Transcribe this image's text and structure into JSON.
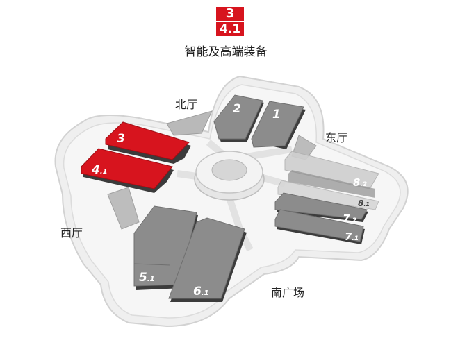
{
  "legend": {
    "badge_top": "3",
    "badge_bottom": "4.1",
    "zone_title": "智能及高端装备"
  },
  "directions": {
    "north": "北厅",
    "east": "东厅",
    "west": "西厅",
    "south": "南广场"
  },
  "halls": [
    {
      "id": "2",
      "main": "2",
      "sub": "",
      "highlighted": false
    },
    {
      "id": "1",
      "main": "1",
      "sub": "",
      "highlighted": false
    },
    {
      "id": "3",
      "main": "3",
      "sub": "",
      "highlighted": true
    },
    {
      "id": "4.1",
      "main": "4",
      "sub": ".1",
      "highlighted": true
    },
    {
      "id": "8.2",
      "main": "8",
      "sub": ".2",
      "highlighted": false
    },
    {
      "id": "8.1",
      "main": "8",
      "sub": ".1",
      "highlighted": false
    },
    {
      "id": "7.2",
      "main": "7",
      "sub": ".2",
      "highlighted": false
    },
    {
      "id": "7.1",
      "main": "7",
      "sub": ".1",
      "highlighted": false
    },
    {
      "id": "5.1",
      "main": "5",
      "sub": ".1",
      "highlighted": false
    },
    {
      "id": "6.1",
      "main": "6",
      "sub": ".1",
      "highlighted": false
    }
  ],
  "colors": {
    "highlight": "#d7141e",
    "hall_gray": "#8e8e8e",
    "hall_dark": "#3a3a3a",
    "ground": "#ececec",
    "outline": "#d9d9d9"
  }
}
